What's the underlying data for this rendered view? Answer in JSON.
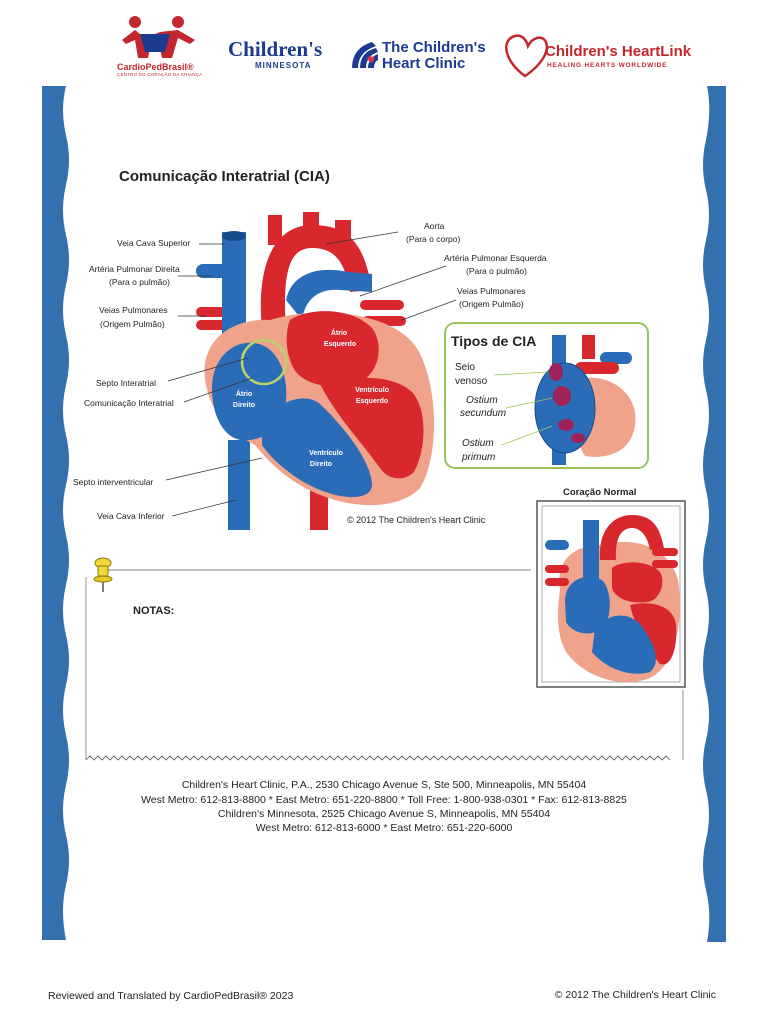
{
  "logos": {
    "cardiopedbrasil": {
      "name": "CardioPedBrasil®",
      "tagline": "CENTRO DO CORAÇÃO DA CRIANÇA"
    },
    "childrens_minnesota": {
      "name": "Children's",
      "sub": "MINNESOTA"
    },
    "childrens_heart_clinic": {
      "name": "The Children's Heart Clinic"
    },
    "childrens_heartlink": {
      "name": "Children's HeartLink",
      "sub": "HEALING HEARTS WORLDWIDE"
    }
  },
  "title": "Comunicação Interatrial (CIA)",
  "labels": {
    "left": {
      "vcs": "Veia Cava Superior",
      "apd_1": "Artéria Pulmonar Direita",
      "apd_2": "(Para o pulmão)",
      "vp_1": "Veias Pulmonares",
      "vp_2": "(Origem Pulmão)",
      "septo_ia": "Septo Interatrial",
      "com_ia": "Comunicação Interatrial",
      "septo_iv": "Septo interventricular",
      "vci": "Veia Cava Inferior"
    },
    "right": {
      "aorta_1": "Aorta",
      "aorta_2": "(Para o corpo)",
      "ape_1": "Artéria Pulmonar Esquerda",
      "ape_2": "(Para o pulmão)",
      "vp_1": "Veias Pulmonares",
      "vp_2": "(Origem Pulmão)"
    },
    "inside": {
      "atrio_esq_1": "Átrio",
      "atrio_esq_2": "Esquerdo",
      "atrio_dir_1": "Átrio",
      "atrio_dir_2": "Direito",
      "vent_esq_1": "Ventrículo",
      "vent_esq_2": "Esquerdo",
      "vent_dir_1": "Ventrículo",
      "vent_dir_2": "Direito"
    }
  },
  "tipos": {
    "title": "Tipos de CIA",
    "seio_1": "Seio",
    "seio_2": "venoso",
    "secundum_1": "Ostium",
    "secundum_2": "secundum",
    "primum_1": "Ostium",
    "primum_2": "primum"
  },
  "normal_title": "Coração Normal",
  "diagram_copyright": "© 2012 The Children's Heart Clinic",
  "notes_label": "NOTAS:",
  "address": [
    "Children's Heart Clinic, P.A., 2530 Chicago Avenue S, Ste 500, Minneapolis, MN  55404",
    "West Metro: 612-813-8800 * East Metro: 651-220-8800 * Toll Free: 1-800-938-0301 * Fax: 612-813-8825",
    "Children's Minnesota, 2525 Chicago Avenue S, Minneapolis, MN 55404",
    "West Metro: 612-813-6000 * East Metro: 651-220-6000"
  ],
  "footer": {
    "left": "Reviewed and Translated by CardioPedBrasil® 2023",
    "right": "© 2012 The Children's Heart Clinic"
  },
  "colors": {
    "blue": "#2a6cb8",
    "red": "#d9272e",
    "border": "#3370ad",
    "tipos_border": "#9ac45a"
  }
}
